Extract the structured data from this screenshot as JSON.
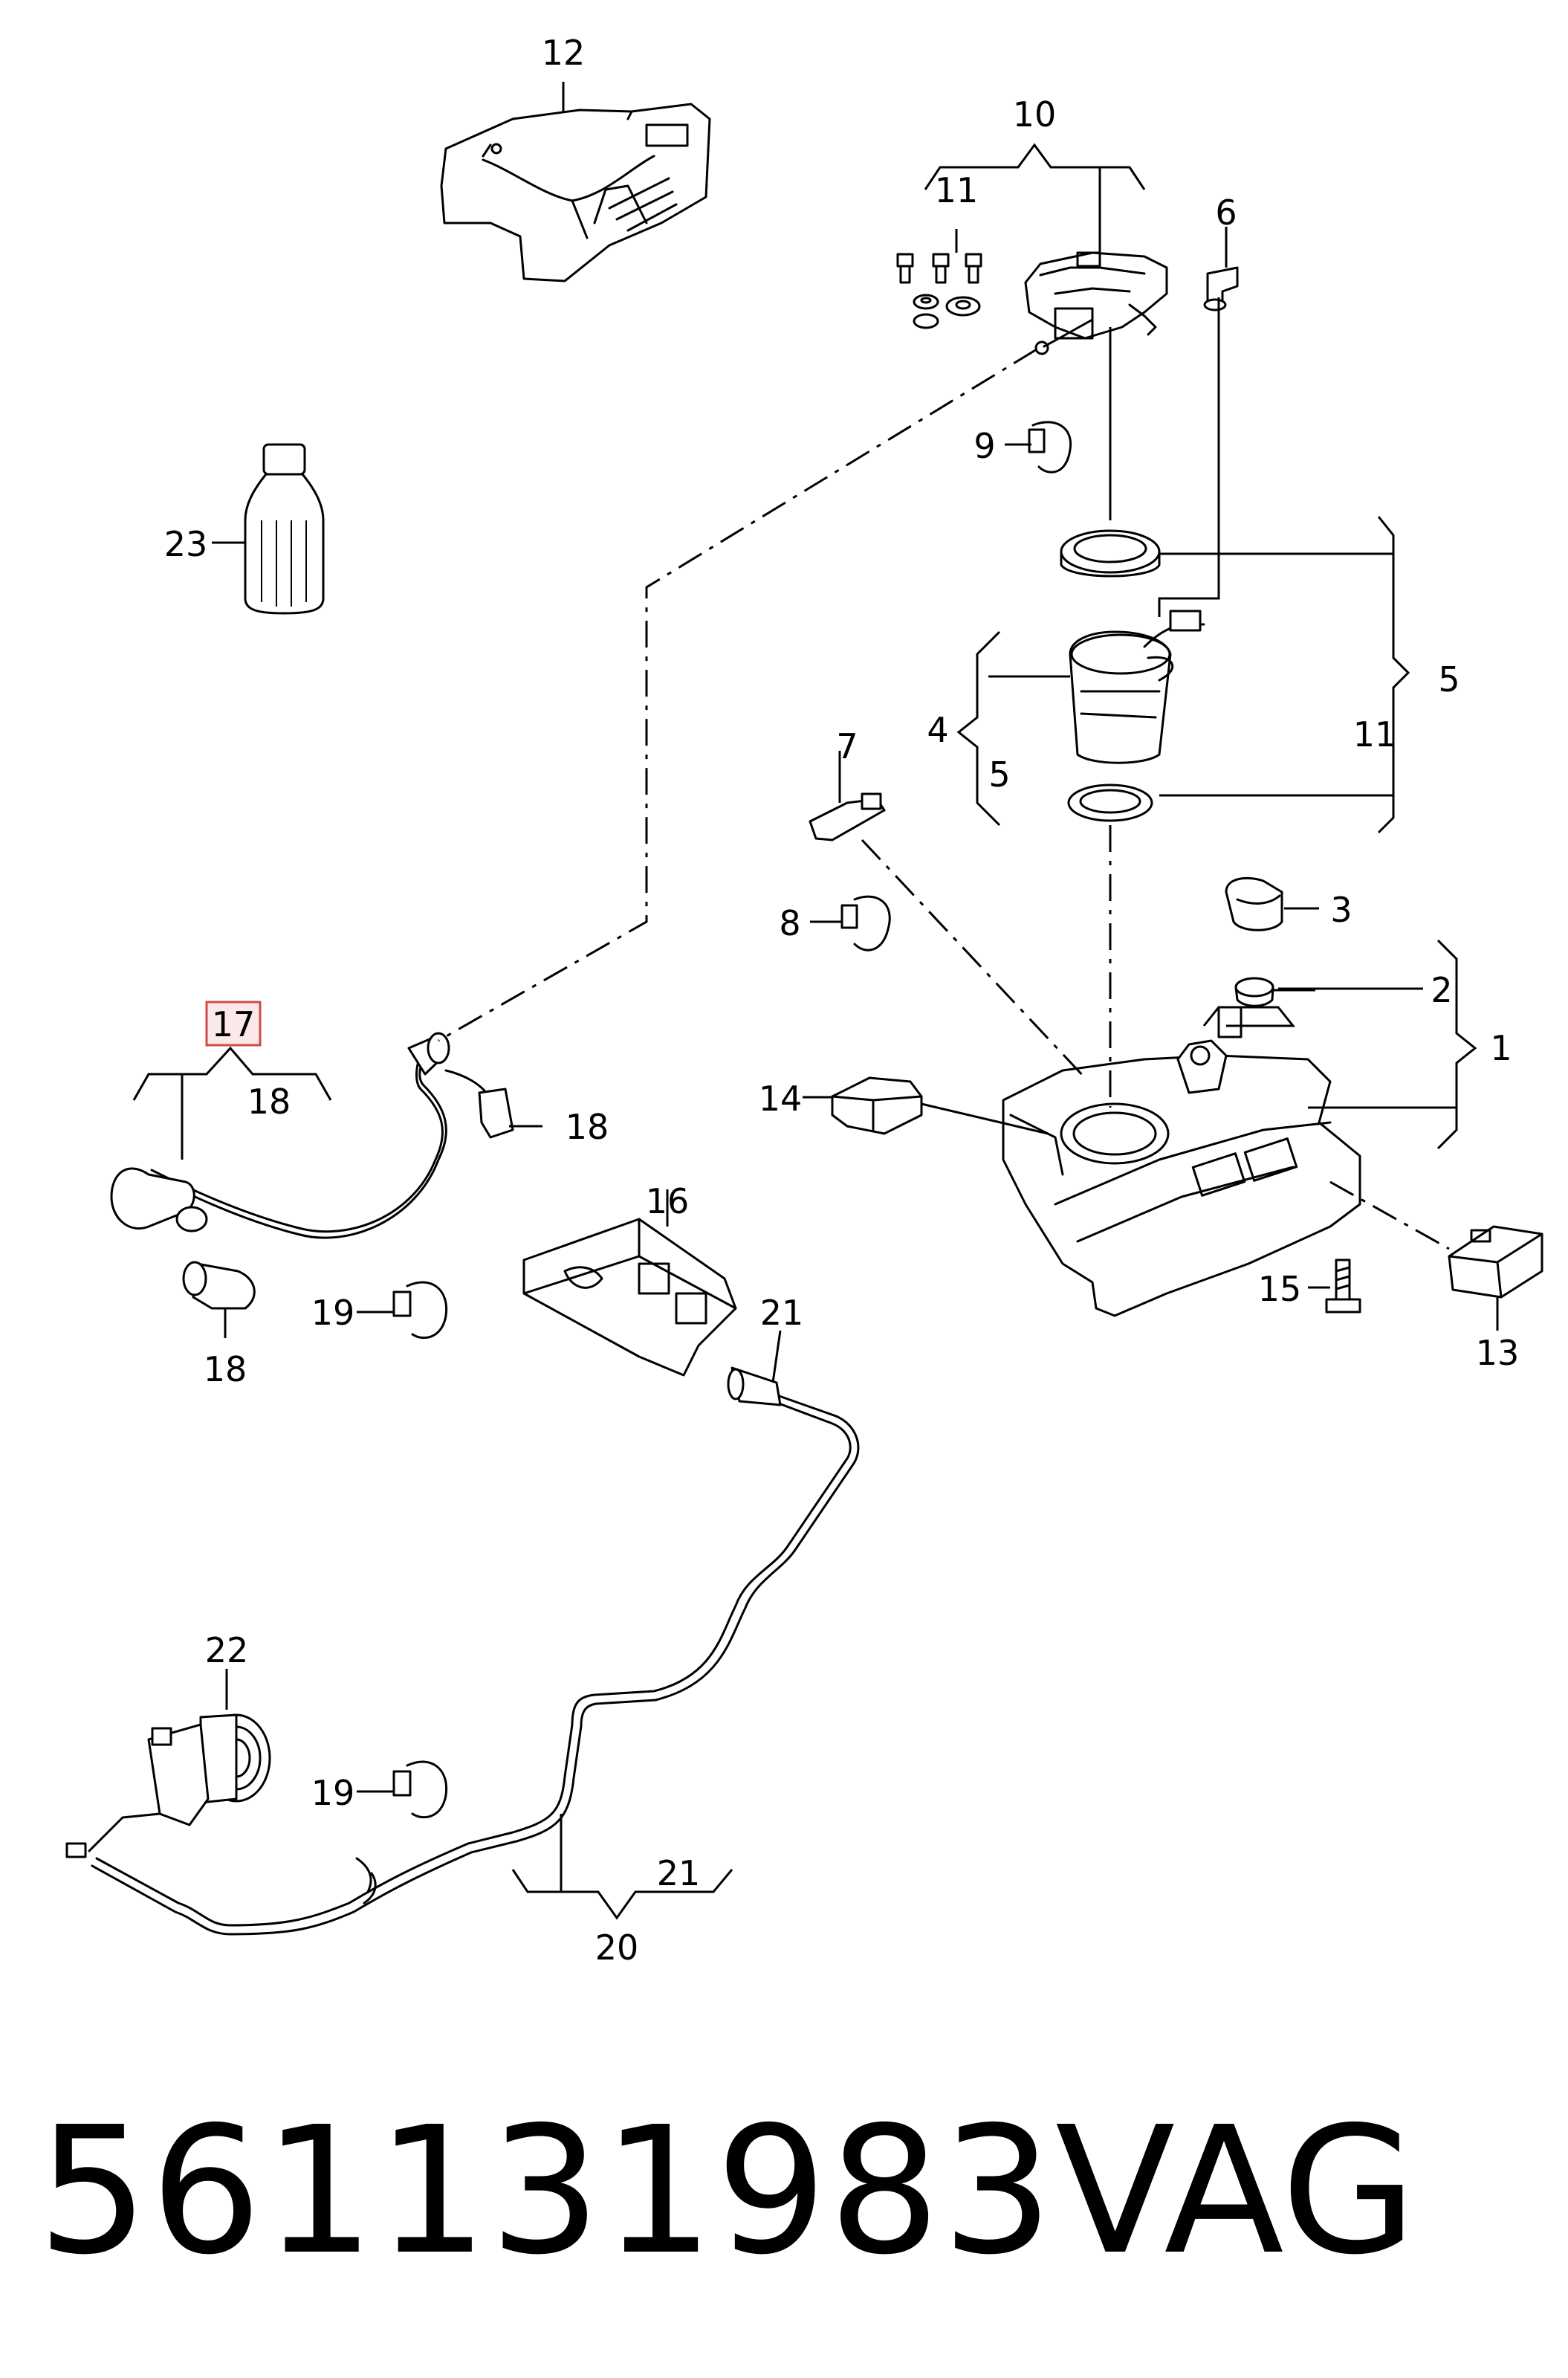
{
  "callouts": {
    "c1": "1",
    "c2": "2",
    "c3": "3",
    "c4": "4",
    "c5a": "5",
    "c5b": "5",
    "c6": "6",
    "c7": "7",
    "c8": "8",
    "c9": "9",
    "c10": "10",
    "c11a": "11",
    "c11b": "11",
    "c12": "12",
    "c13": "13",
    "c14": "14",
    "c15": "15",
    "c16": "16",
    "c17": "17",
    "c18a": "18",
    "c18b": "18",
    "c18c": "18",
    "c19a": "19",
    "c19b": "19",
    "c20": "20",
    "c21a": "21",
    "c21b": "21",
    "c22": "22",
    "c23": "23"
  },
  "highlight": {
    "label": "17",
    "fill": "#fbe9e9",
    "border": "#d24a4a"
  },
  "footer": {
    "part_number": "561131983",
    "brand": "VAG"
  }
}
